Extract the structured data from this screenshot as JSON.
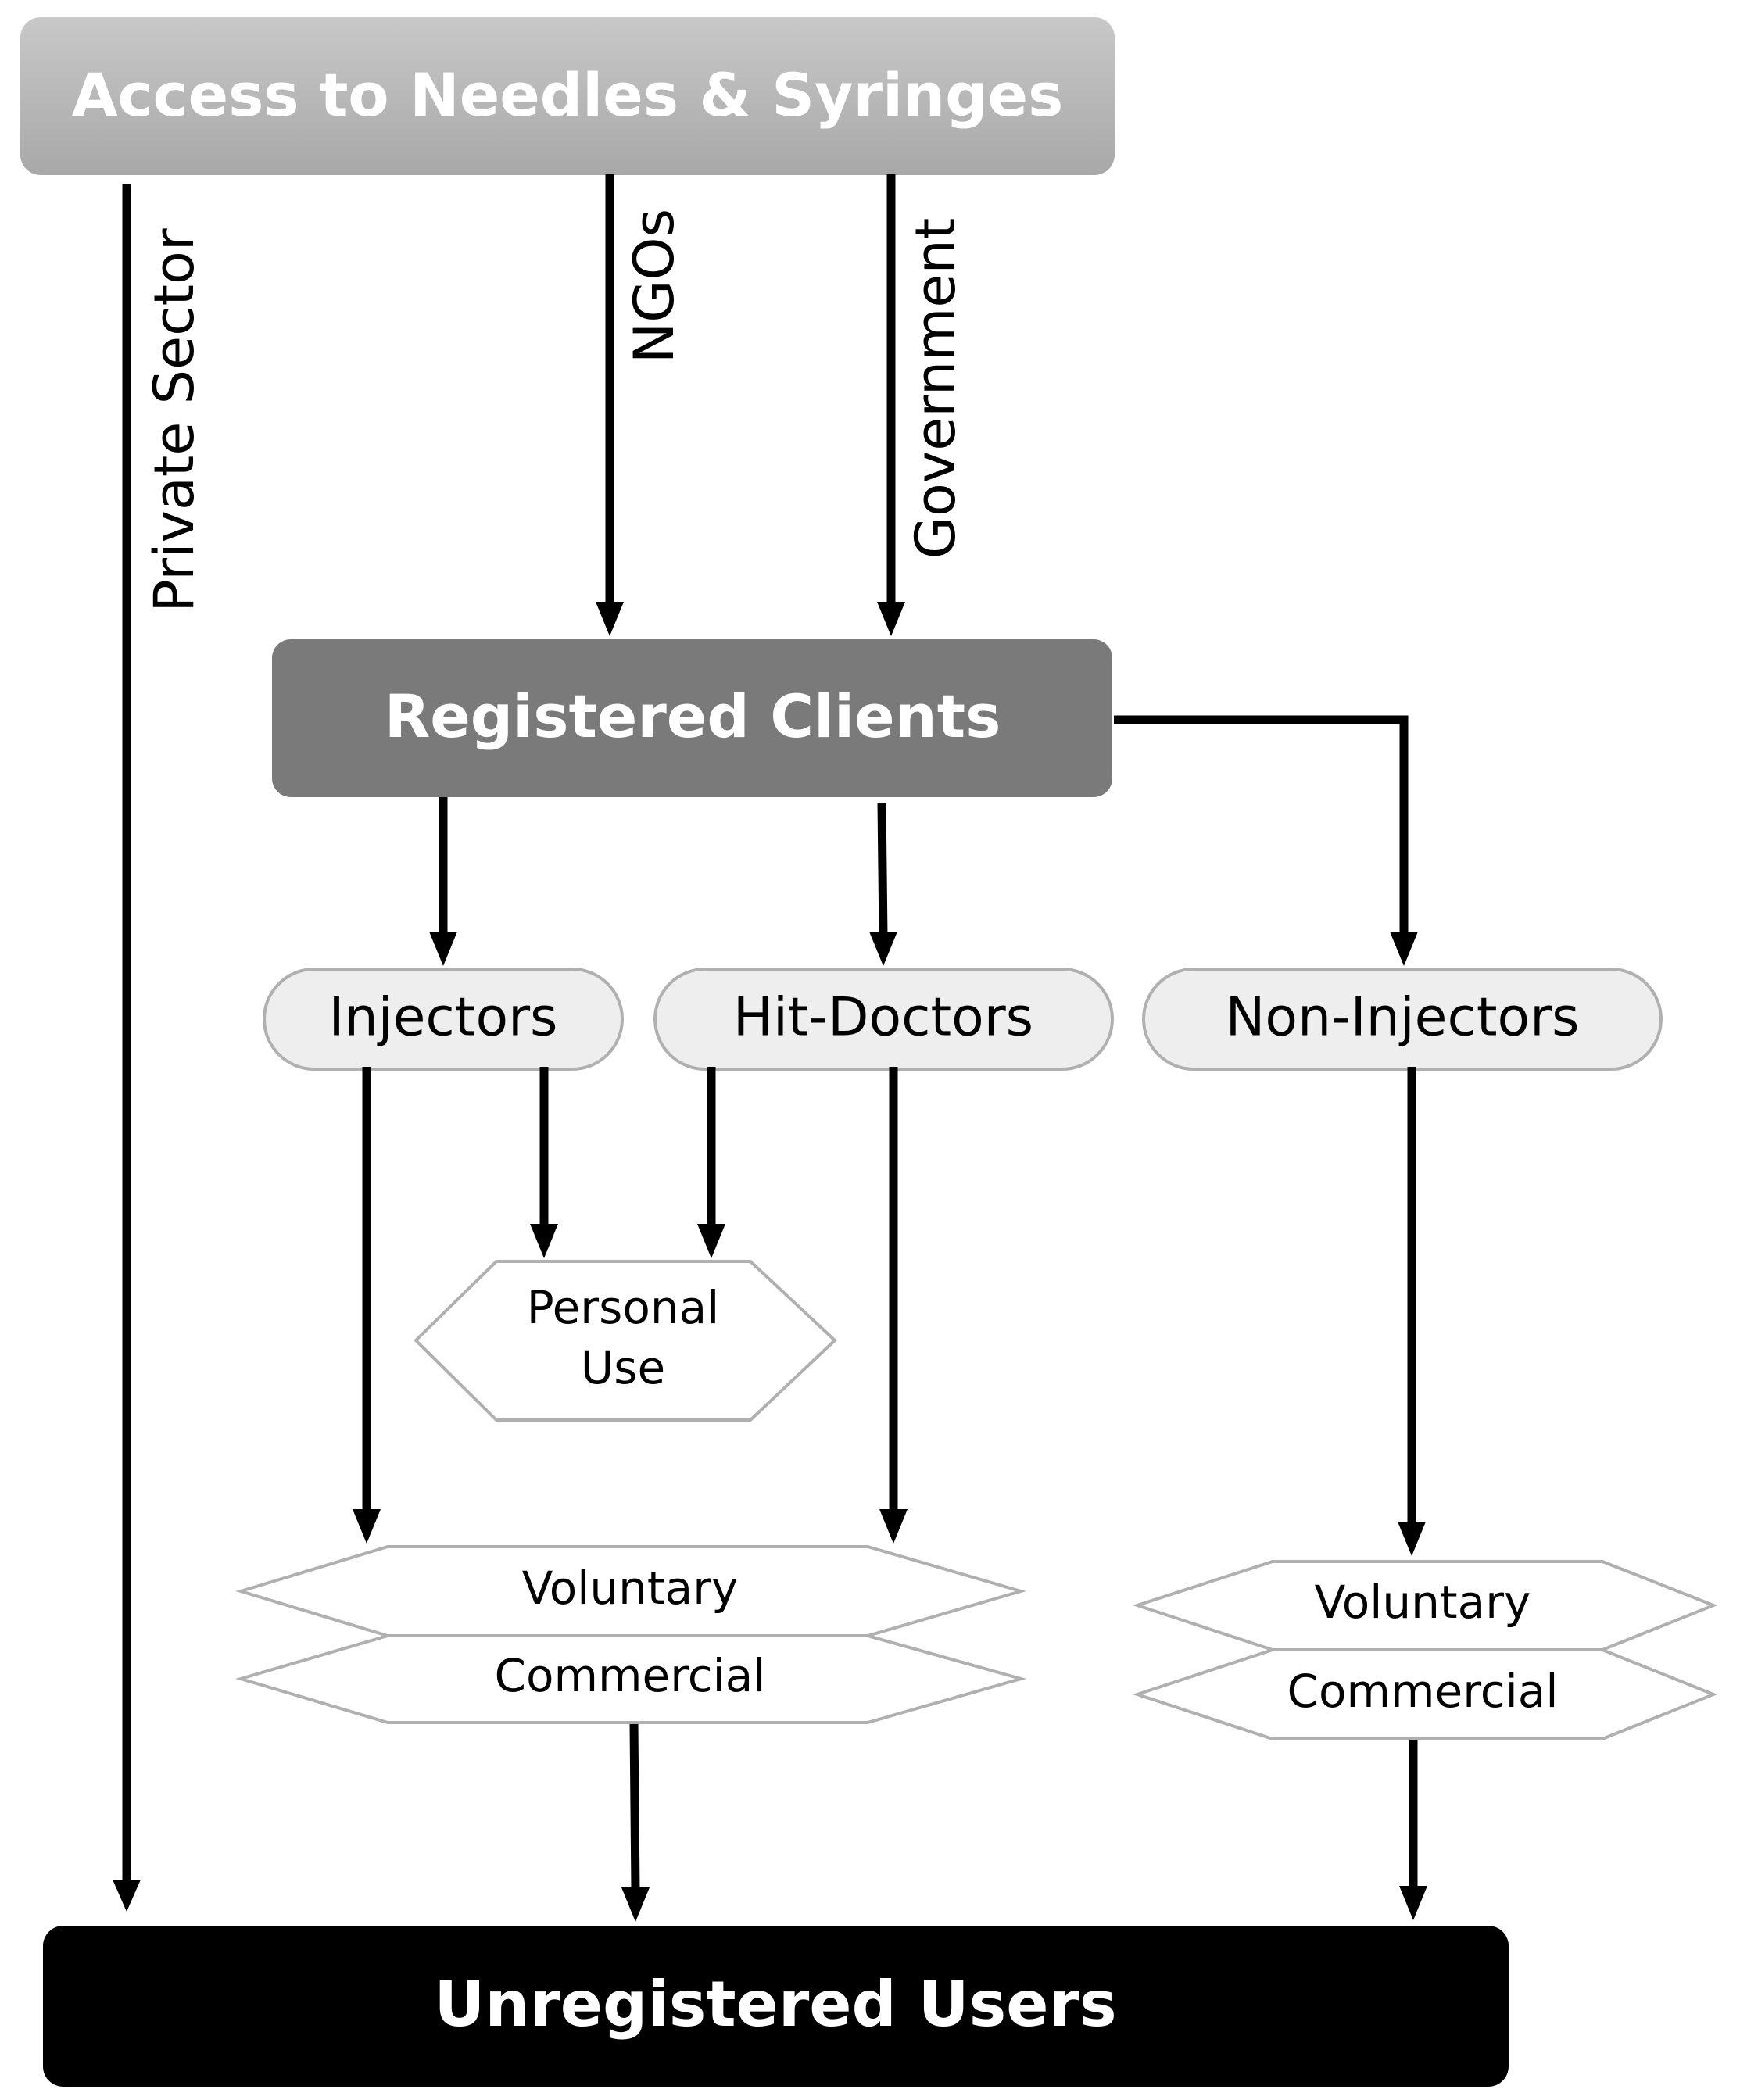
{
  "nodes": {
    "access": "Access to Needles & Syringes",
    "registered_clients": "Registered Clients",
    "injectors": "Injectors",
    "hit_doctors": "Hit-Doctors",
    "non_injectors": "Non-Injectors",
    "personal_use_line1": "Personal",
    "personal_use_line2": "Use",
    "voluntary_left": "Voluntary",
    "commercial_left": "Commercial",
    "voluntary_right": "Voluntary",
    "commercial_right": "Commercial",
    "unregistered_users": "Unregistered Users"
  },
  "edge_labels": {
    "private_sector": "Private Sector",
    "ngos": "NGOs",
    "government": "Government"
  },
  "colors": {
    "access_fill": "#b5b5b5",
    "registered_fill": "#7a7a7a",
    "pill_fill": "#eeeeee",
    "pill_stroke": "#b0b0b0",
    "hex_stroke": "#b0b0b0",
    "unregistered_fill": "#000000",
    "arrow": "#000000"
  }
}
